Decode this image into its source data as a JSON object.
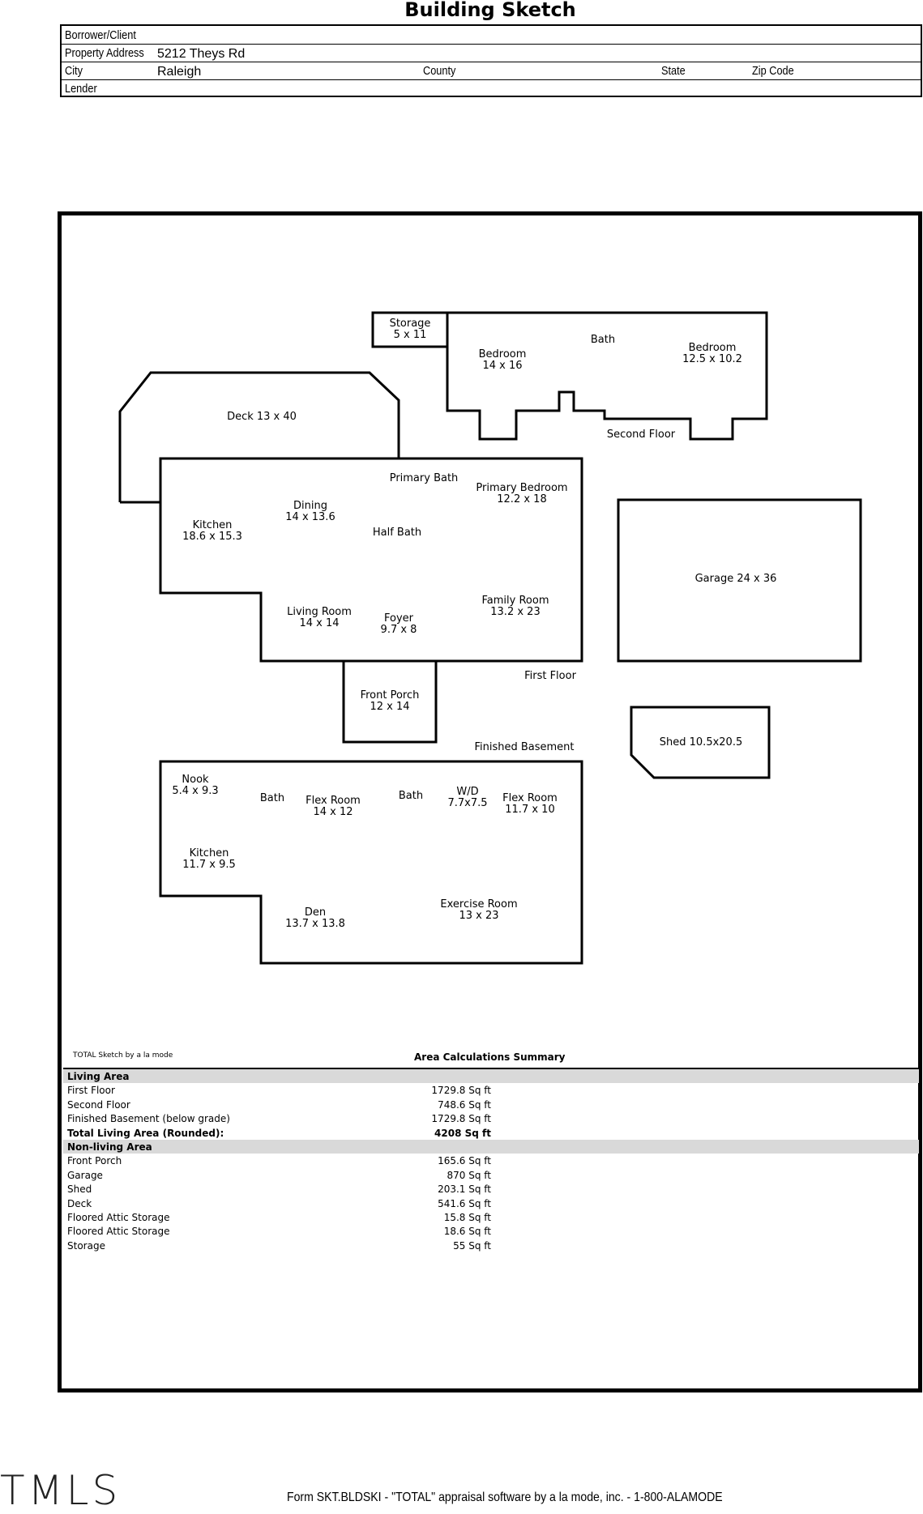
{
  "title": "Building Sketch",
  "header": {
    "borrower_label": "Borrower/Client",
    "address_label": "Property Address",
    "address_value": "5212 Theys Rd",
    "city_label": "City",
    "city_value": "Raleigh",
    "county_label": "County",
    "state_label": "State",
    "zip_label": "Zip Code",
    "lender_label": "Lender"
  },
  "sketch": {
    "labels": [
      {
        "lines": [
          "Storage",
          "5 x 11"
        ]
      },
      {
        "lines": [
          "Bedroom",
          "14 x 16"
        ]
      },
      {
        "lines": [
          "Bath"
        ]
      },
      {
        "lines": [
          "Bedroom",
          "12.5 x 10.2"
        ]
      },
      {
        "lines": [
          "Deck 13 x 40"
        ]
      },
      {
        "lines": [
          "Second Floor"
        ]
      },
      {
        "lines": [
          "Primary Bath"
        ]
      },
      {
        "lines": [
          "Primary Bedroom",
          "12.2 x 18"
        ]
      },
      {
        "lines": [
          "Dining",
          "14 x 13.6"
        ]
      },
      {
        "lines": [
          "Kitchen",
          "18.6 x 15.3"
        ]
      },
      {
        "lines": [
          "Half Bath"
        ]
      },
      {
        "lines": [
          "Garage 24 x 36"
        ]
      },
      {
        "lines": [
          "Family Room",
          "13.2 x 23"
        ]
      },
      {
        "lines": [
          "Living Room",
          "14 x 14"
        ]
      },
      {
        "lines": [
          "Foyer",
          "9.7 x 8"
        ]
      },
      {
        "lines": [
          "First Floor"
        ]
      },
      {
        "lines": [
          "Front Porch",
          "12 x 14"
        ]
      },
      {
        "lines": [
          "Finished Basement"
        ]
      },
      {
        "lines": [
          "Shed 10.5x20.5"
        ]
      },
      {
        "lines": [
          "Nook",
          "5.4 x 9.3"
        ]
      },
      {
        "lines": [
          "Bath"
        ]
      },
      {
        "lines": [
          "Flex Room",
          "14 x 12"
        ]
      },
      {
        "lines": [
          "Bath"
        ]
      },
      {
        "lines": [
          "W/D",
          "7.7x7.5"
        ]
      },
      {
        "lines": [
          "Flex Room",
          "11.7 x 10"
        ]
      },
      {
        "lines": [
          "Kitchen",
          "11.7 x 9.5"
        ]
      },
      {
        "lines": [
          "Den",
          "13.7 x 13.8"
        ]
      },
      {
        "lines": [
          "Exercise Room",
          "13 x 23"
        ]
      }
    ]
  },
  "credit": "TOTAL Sketch by a la mode",
  "area_summary_title": "Area Calculations Summary",
  "area_rows": [
    {
      "name": "Living Area",
      "value": "",
      "kind": "sec"
    },
    {
      "name": "First Floor",
      "value": "1729.8 Sq ft",
      "kind": ""
    },
    {
      "name": "Second Floor",
      "value": "748.6 Sq ft",
      "kind": ""
    },
    {
      "name": "Finished Basement (below grade)",
      "value": "1729.8 Sq ft",
      "kind": ""
    },
    {
      "name": "Total Living Area (Rounded):",
      "value": "4208 Sq ft",
      "kind": "tot"
    },
    {
      "name": "Non-living Area",
      "value": "",
      "kind": "sec"
    },
    {
      "name": "Front Porch",
      "value": "165.6 Sq ft",
      "kind": ""
    },
    {
      "name": "Garage",
      "value": "870 Sq ft",
      "kind": ""
    },
    {
      "name": "Shed",
      "value": "203.1 Sq ft",
      "kind": ""
    },
    {
      "name": "Deck",
      "value": "541.6 Sq ft",
      "kind": ""
    },
    {
      "name": "Floored Attic Storage",
      "value": "15.8 Sq ft",
      "kind": ""
    },
    {
      "name": "Floored Attic Storage",
      "value": "18.6 Sq ft",
      "kind": ""
    },
    {
      "name": "Storage",
      "value": "55 Sq ft",
      "kind": ""
    }
  ],
  "footer": "Form SKT.BLDSKI - \"TOTAL\" appraisal software by a la mode, inc. - 1-800-ALAMODE",
  "logo_text": "TMLS"
}
